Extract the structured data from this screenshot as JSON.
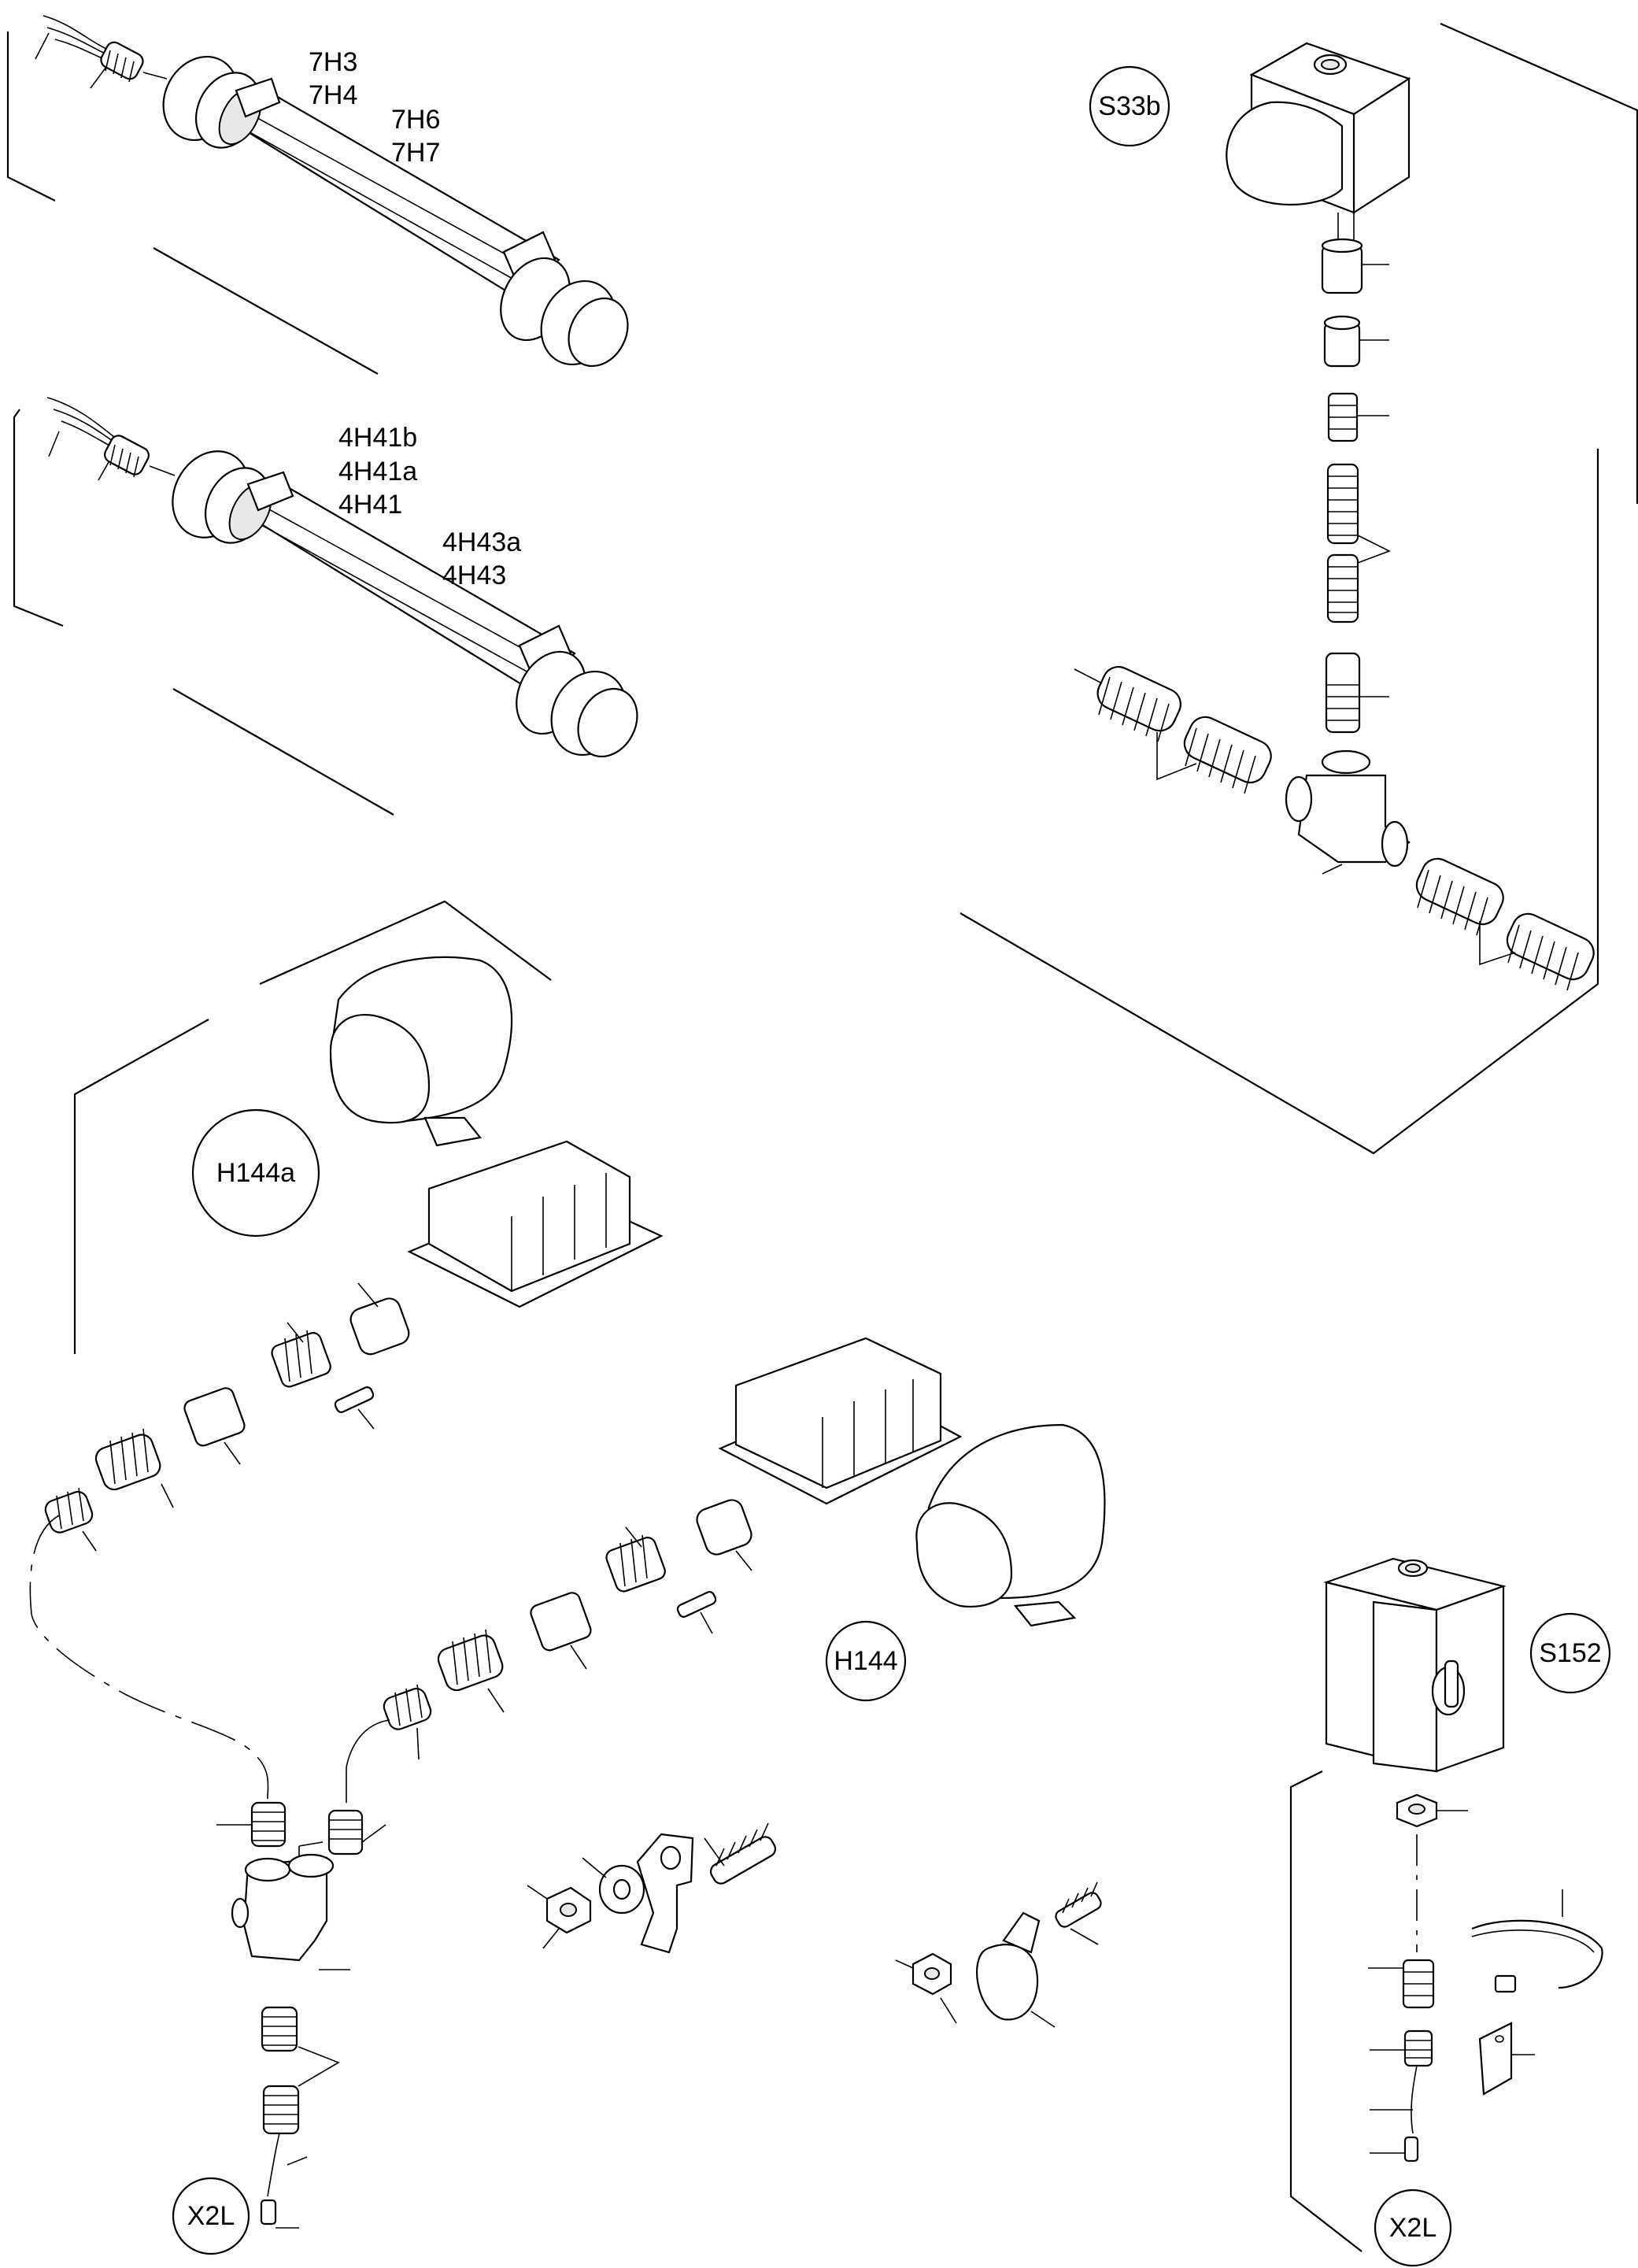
{
  "labels": {
    "lamp1_a": "7H3",
    "lamp1_b": "7H4",
    "lamp1_c": "7H6",
    "lamp1_d": "7H7",
    "lamp2_a": "4H41b",
    "lamp2_b": "4H41a",
    "lamp2_c": "4H41",
    "lamp2_d": "4H43a",
    "lamp2_e": "4H43"
  },
  "circles": {
    "s33b": "S33b",
    "h144a": "H144a",
    "h144": "H144",
    "s152": "S152",
    "x2l_left": "X2L",
    "x2l_right": "X2L"
  }
}
